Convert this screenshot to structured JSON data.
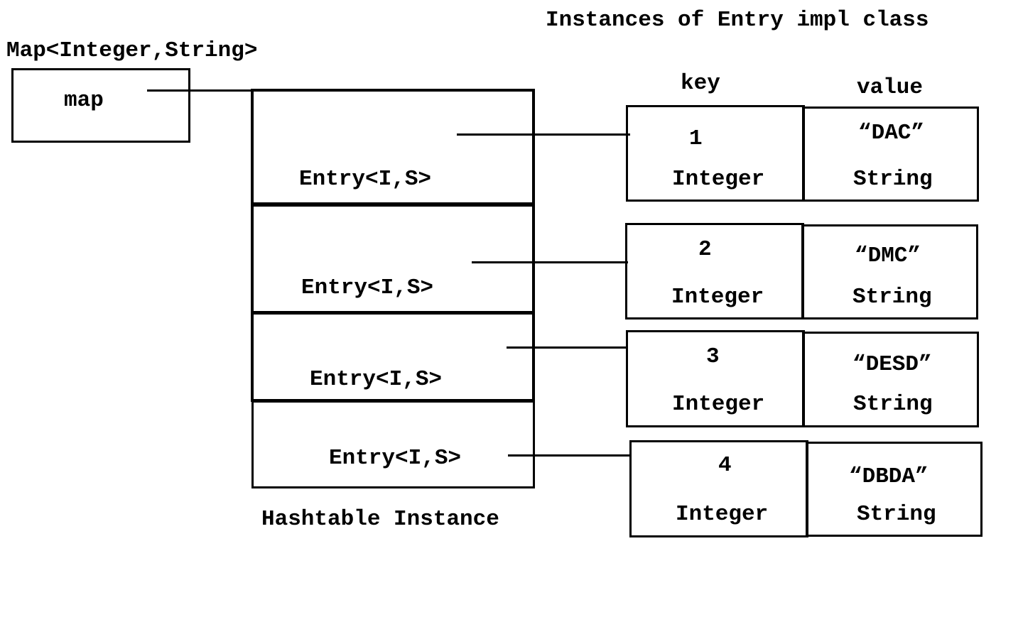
{
  "heading_entries": "Instances of Entry impl class",
  "map_type_label": "Map<Integer,String>",
  "map_var": "map",
  "key_header": "key",
  "value_header": "value",
  "hashtable_label": "Hashtable Instance",
  "entry_label": "Entry<I,S>",
  "entries": [
    {
      "key": "1",
      "key_type": "Integer",
      "value": "“DAC”",
      "value_type": "String"
    },
    {
      "key": "2",
      "key_type": "Integer",
      "value": "“DMC”",
      "value_type": "String"
    },
    {
      "key": "3",
      "key_type": "Integer",
      "value": "“DESD”",
      "value_type": "String"
    },
    {
      "key": "4",
      "key_type": "Integer",
      "value": "“DBDA”",
      "value_type": "String"
    }
  ]
}
